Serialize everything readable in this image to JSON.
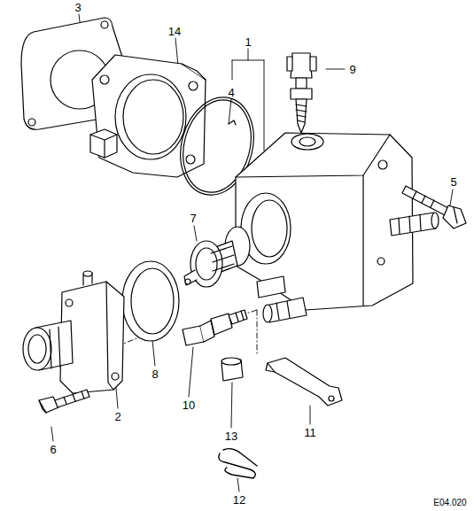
{
  "diagram": {
    "labels": [
      "3",
      "14",
      "1",
      "4",
      "9",
      "5",
      "7",
      "8",
      "10",
      "2",
      "6",
      "13",
      "11",
      "12",
      "E04.020"
    ]
  }
}
